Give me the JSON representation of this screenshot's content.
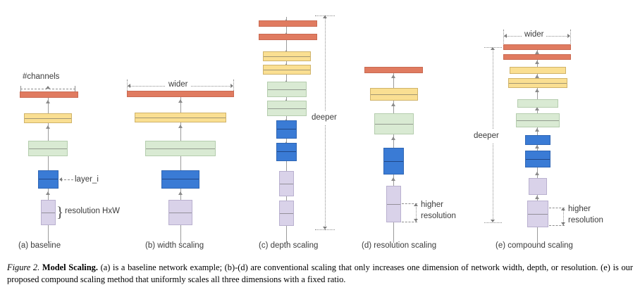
{
  "figure": {
    "caption_number": "Figure 2.",
    "caption_title": "Model Scaling.",
    "caption_body": " (a) is a baseline network example; (b)-(d) are conventional scaling that only increases one dimension of network width, depth, or resolution. (e) is our proposed compound scaling method that uniformly scales all three dimensions with a fixed ratio."
  },
  "colors": {
    "red": "#e07b60",
    "yellow": "#fadf92",
    "green": "#d9ead3",
    "blue": "#3a7bd5",
    "purple": "#d9d2e9",
    "connector": "#9b9b9b",
    "guide": "#8d8d8d"
  },
  "panels": [
    {
      "id": "a",
      "caption": "(a) baseline",
      "annotations": {
        "channels": "#channels",
        "layer": "layer_i",
        "resolution": "resolution HxW"
      }
    },
    {
      "id": "b",
      "caption": "(b) width scaling",
      "annotations": {
        "wider": "wider"
      }
    },
    {
      "id": "c",
      "caption": "(c) depth scaling",
      "annotations": {
        "deeper": "deeper"
      }
    },
    {
      "id": "d",
      "caption": "(d) resolution scaling",
      "annotations": {
        "higher": "higher",
        "resolution": "resolution"
      }
    },
    {
      "id": "e",
      "caption": "(e) compound scaling",
      "annotations": {
        "wider": "wider",
        "deeper": "deeper",
        "higher": "higher",
        "resolution": "resolution"
      }
    }
  ],
  "chart_data": {
    "type": "diagram",
    "title": "Model Scaling",
    "description": "Five stacked-block network diagrams comparing baseline, width, depth, resolution and compound scaling of a convolutional network.",
    "layer_color_order": [
      "purple",
      "blue",
      "green",
      "yellow",
      "red"
    ],
    "semantics": {
      "block_width": "number of channels (width)",
      "block_height": "spatial resolution HxW",
      "stack_count": "network depth (number of layers)"
    },
    "panels": [
      {
        "id": "a",
        "label": "(a) baseline",
        "scaling": "none",
        "depth_layers": 5,
        "width_factor": 1.0,
        "resolution_factor": 1.0,
        "blocks": [
          {
            "color": "purple",
            "w": 21,
            "h": 36
          },
          {
            "color": "blue",
            "w": 29,
            "h": 26
          },
          {
            "color": "green",
            "w": 56,
            "h": 22
          },
          {
            "color": "yellow",
            "w": 68,
            "h": 14
          },
          {
            "color": "red",
            "w": 83,
            "h": 9
          }
        ]
      },
      {
        "id": "b",
        "label": "(b) width scaling",
        "scaling": "width",
        "depth_layers": 5,
        "width_factor": 1.85,
        "resolution_factor": 1.0,
        "blocks": [
          {
            "color": "purple",
            "w": 34,
            "h": 36
          },
          {
            "color": "blue",
            "w": 54,
            "h": 26
          },
          {
            "color": "green",
            "w": 100,
            "h": 22
          },
          {
            "color": "yellow",
            "w": 130,
            "h": 14
          },
          {
            "color": "red",
            "w": 152,
            "h": 9
          }
        ]
      },
      {
        "id": "c",
        "label": "(c) depth scaling",
        "scaling": "depth",
        "depth_layers": 10,
        "width_factor": 1.0,
        "resolution_factor": 1.0,
        "blocks": [
          {
            "color": "purple",
            "w": 21,
            "h": 36
          },
          {
            "color": "purple",
            "w": 21,
            "h": 36
          },
          {
            "color": "blue",
            "w": 29,
            "h": 26
          },
          {
            "color": "blue",
            "w": 29,
            "h": 26
          },
          {
            "color": "green",
            "w": 56,
            "h": 22
          },
          {
            "color": "green",
            "w": 56,
            "h": 22
          },
          {
            "color": "yellow",
            "w": 68,
            "h": 14
          },
          {
            "color": "yellow",
            "w": 68,
            "h": 14
          },
          {
            "color": "red",
            "w": 83,
            "h": 9
          },
          {
            "color": "red",
            "w": 83,
            "h": 9
          }
        ]
      },
      {
        "id": "d",
        "label": "(d) resolution scaling",
        "scaling": "resolution",
        "depth_layers": 5,
        "width_factor": 1.0,
        "resolution_factor": 1.45,
        "blocks": [
          {
            "color": "purple",
            "w": 21,
            "h": 52
          },
          {
            "color": "blue",
            "w": 29,
            "h": 38
          },
          {
            "color": "green",
            "w": 56,
            "h": 30
          },
          {
            "color": "yellow",
            "w": 68,
            "h": 18
          },
          {
            "color": "red",
            "w": 83,
            "h": 9
          }
        ]
      },
      {
        "id": "e",
        "label": "(e) compound scaling",
        "scaling": "compound",
        "depth_layers": 10,
        "width_factor": 1.18,
        "resolution_factor": 1.3,
        "blocks": [
          {
            "color": "purple",
            "w": 30,
            "h": 38
          },
          {
            "color": "purple",
            "w": 26,
            "h": 24
          },
          {
            "color": "blue",
            "w": 36,
            "h": 24
          },
          {
            "color": "blue",
            "w": 36,
            "h": 14
          },
          {
            "color": "green",
            "w": 62,
            "h": 20
          },
          {
            "color": "green",
            "w": 58,
            "h": 12
          },
          {
            "color": "yellow",
            "w": 84,
            "h": 14
          },
          {
            "color": "yellow",
            "w": 80,
            "h": 10
          },
          {
            "color": "red",
            "w": 96,
            "h": 8
          },
          {
            "color": "red",
            "w": 96,
            "h": 8
          }
        ]
      }
    ]
  }
}
